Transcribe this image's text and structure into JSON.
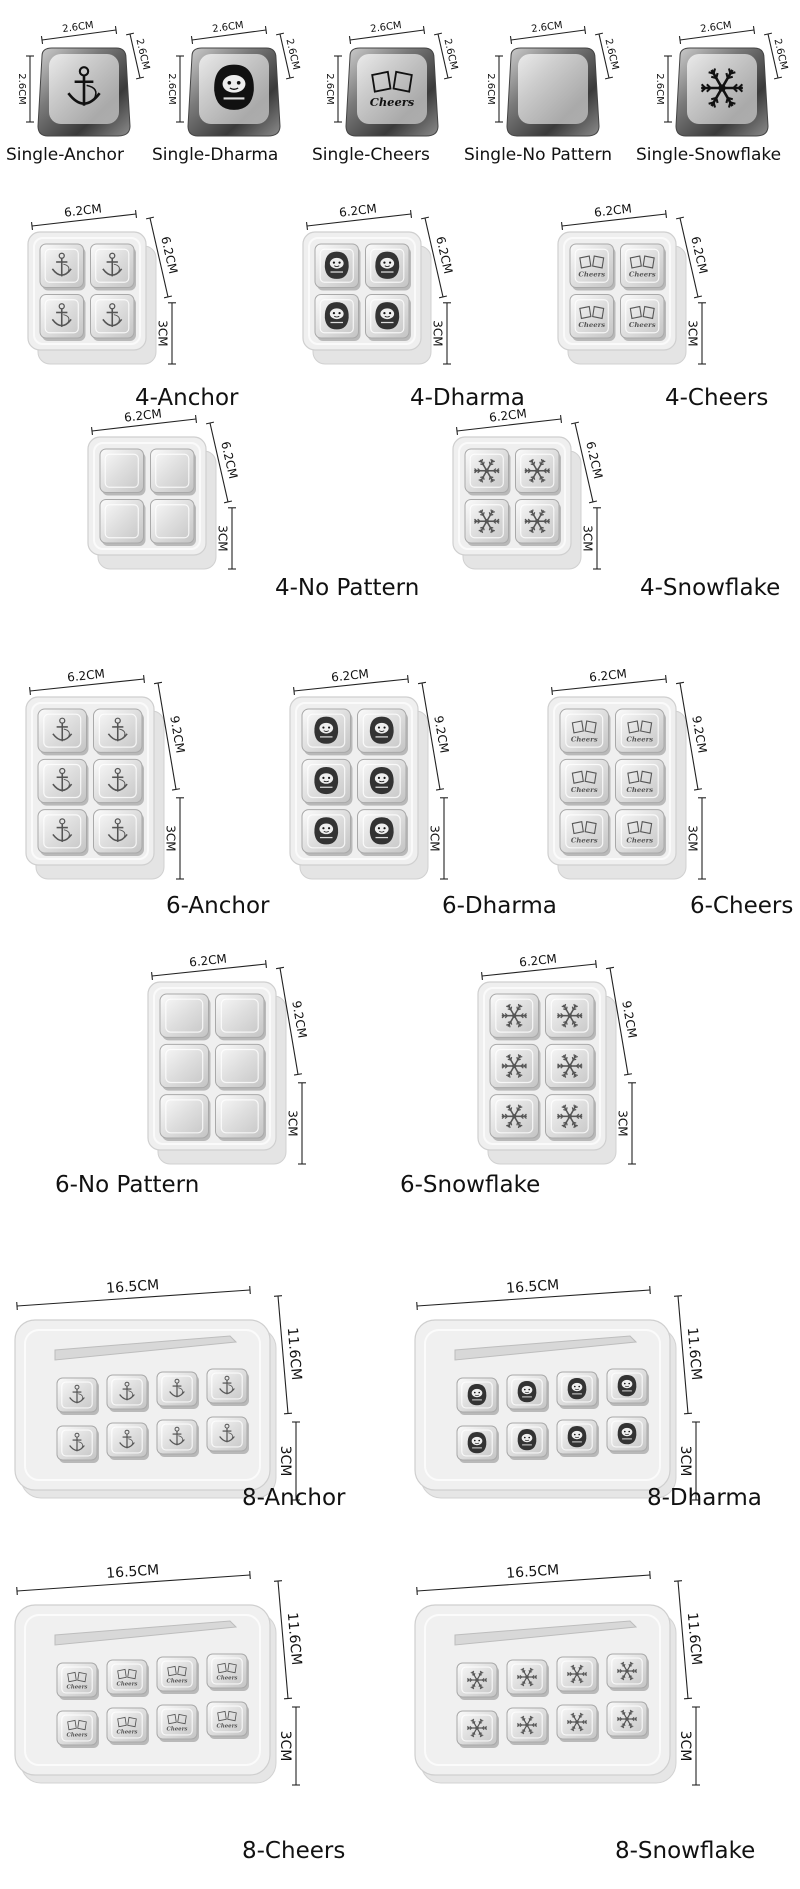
{
  "dims": {
    "cube": "2.6CM",
    "box_width": "6.2CM",
    "box4_depth": "6.2CM",
    "box6_depth": "9.2CM",
    "box8_width": "16.5CM",
    "box8_depth": "11.6CM",
    "height": "3CM"
  },
  "singles": [
    {
      "label": "Single-Anchor",
      "pattern": "anchor-icon"
    },
    {
      "label": "Single-Dharma",
      "pattern": "dharma-icon"
    },
    {
      "label": "Single-Cheers",
      "pattern": "cheers-icon"
    },
    {
      "label": "Single-No Pattern",
      "pattern": "none"
    },
    {
      "label": "Single-Snowflake",
      "pattern": "snowflake-icon"
    }
  ],
  "sets4": [
    {
      "label": "4-Anchor",
      "pattern": "anchor-icon"
    },
    {
      "label": "4-Dharma",
      "pattern": "dharma-icon"
    },
    {
      "label": "4-Cheers",
      "pattern": "cheers-icon"
    },
    {
      "label": "4-No Pattern",
      "pattern": "none"
    },
    {
      "label": "4-Snowflake",
      "pattern": "snowflake-icon"
    }
  ],
  "sets6": [
    {
      "label": "6-Anchor",
      "pattern": "anchor-icon"
    },
    {
      "label": "6-Dharma",
      "pattern": "dharma-icon"
    },
    {
      "label": "6-Cheers",
      "pattern": "cheers-icon"
    },
    {
      "label": "6-No Pattern",
      "pattern": "none"
    },
    {
      "label": "6-Snowflake",
      "pattern": "snowflake-icon"
    }
  ],
  "sets8": [
    {
      "label": "8-Anchor",
      "pattern": "anchor-icon"
    },
    {
      "label": "8-Dharma",
      "pattern": "dharma-icon"
    },
    {
      "label": "8-Cheers",
      "pattern": "cheers-icon"
    },
    {
      "label": "8-Snowflake",
      "pattern": "snowflake-icon"
    }
  ],
  "cheers_text": "Cheers",
  "colors": {
    "steel_dark": "#5a5a5a",
    "steel_light": "#e8e8e8",
    "box": "#eeeeee",
    "line": "#222222"
  }
}
